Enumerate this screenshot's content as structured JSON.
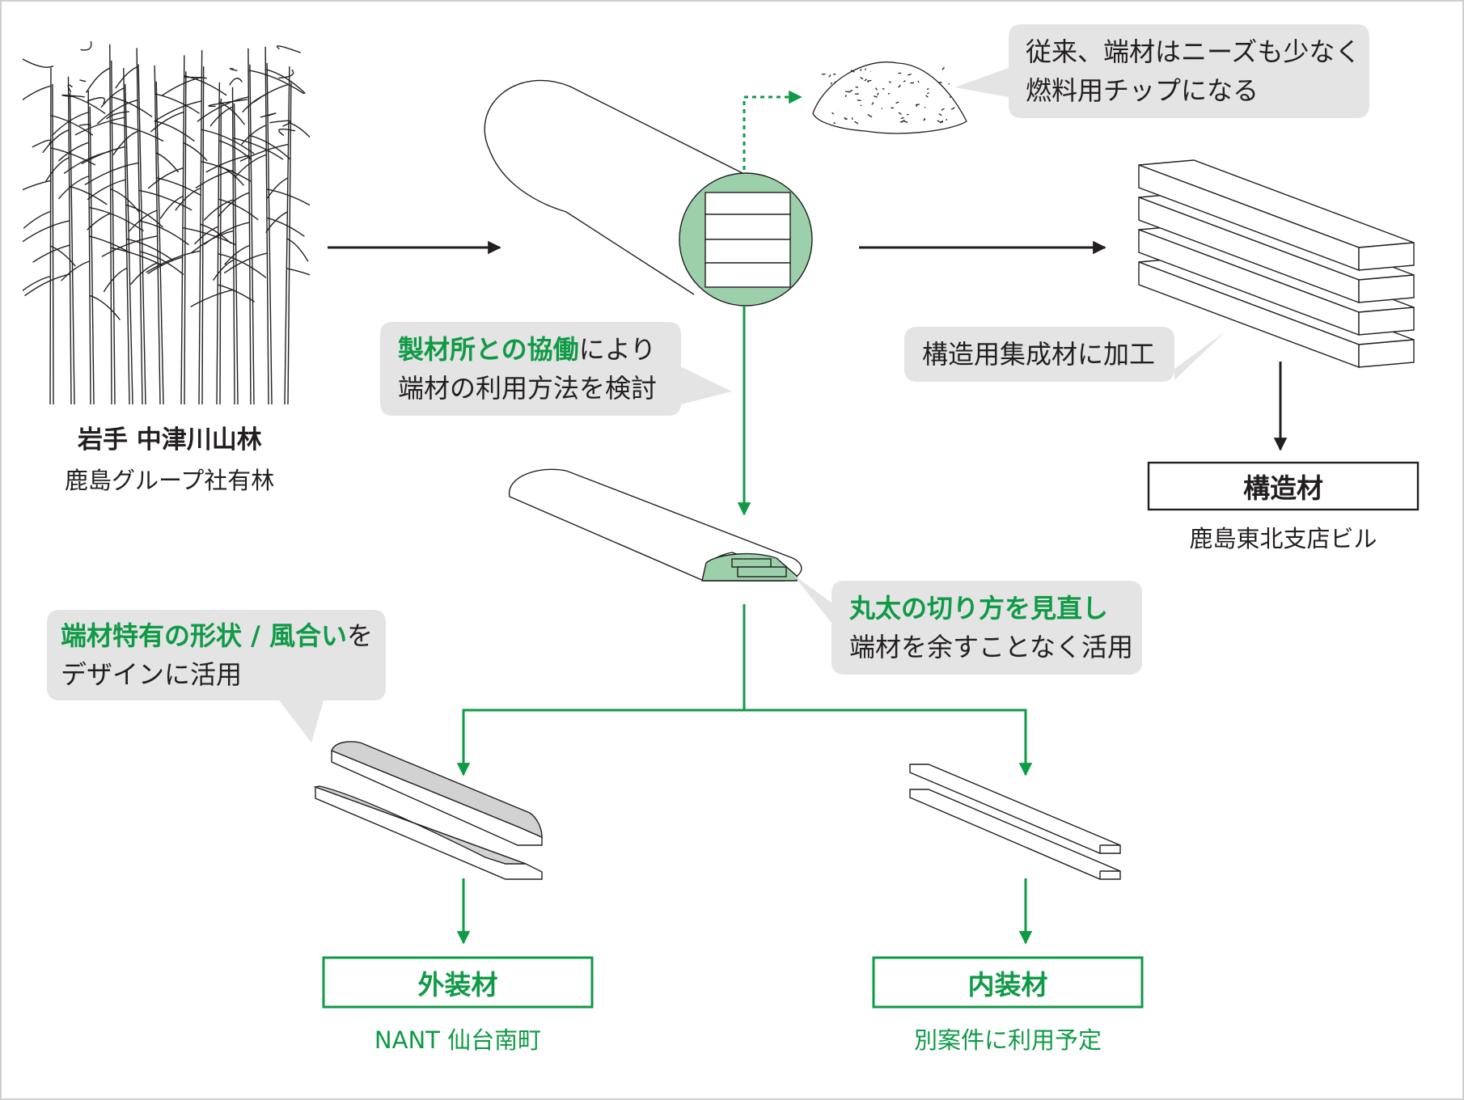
{
  "colors": {
    "accent_green": "#0f9a46",
    "light_green": "#9bd0ab",
    "bubble_gray": "#e4e4e4",
    "text": "#231f20",
    "outline": "#231f20",
    "frame": "#cfcfcf"
  },
  "source": {
    "name": "岩手 中津川山林",
    "owner": "鹿島グループ社有林"
  },
  "bubbles": {
    "chips": {
      "line1": "従来、端材はニーズも少なく",
      "line2": "燃料用チップになる"
    },
    "sawmill": {
      "line1_highlight": "製材所との協働",
      "line1_rest": "により",
      "line2": "端材の利用方法を検討"
    },
    "glulam": {
      "text": "構造用集成材に加工"
    },
    "cutting": {
      "line1_highlight": "丸太の切り方を見直し",
      "line2": "端材を余すことなく活用"
    },
    "design": {
      "line1_highlight": "端材特有の形状 / 風合い",
      "line1_rest": "を",
      "line2": "デザインに活用"
    }
  },
  "outputs": {
    "structural": {
      "label": "構造材",
      "building": "鹿島東北支店ビル"
    },
    "exterior": {
      "label": "外装材",
      "building": "NANT 仙台南町"
    },
    "interior": {
      "label": "内装材",
      "building": "別案件に利用予定"
    }
  }
}
